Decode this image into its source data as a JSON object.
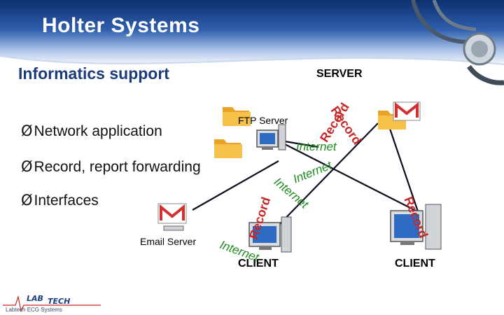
{
  "header": {
    "title": "Holter Systems"
  },
  "subtitle": "Informatics support",
  "bullets": [
    {
      "mark": "Ø",
      "text": "Network application"
    },
    {
      "mark": "Ø",
      "text": "Record, report forwarding"
    },
    {
      "mark": "Ø",
      "text": "Interfaces"
    }
  ],
  "labels": {
    "server": "SERVER",
    "ftp_server": "FTP Server",
    "email_server": "Email Server",
    "client_left": "CLIENT",
    "client_right": "CLIENT"
  },
  "link_labels": {
    "record": "Record",
    "internet": "Internet"
  },
  "logo": {
    "lab": "LAB",
    "tech": "TECH",
    "tagline": "Labtech ECG Systems"
  },
  "colors": {
    "header": "#1b3f86",
    "record": "#c62828",
    "internet": "#1f8b1f",
    "folder": "#f2b632",
    "mail_red": "#d32f2f"
  }
}
